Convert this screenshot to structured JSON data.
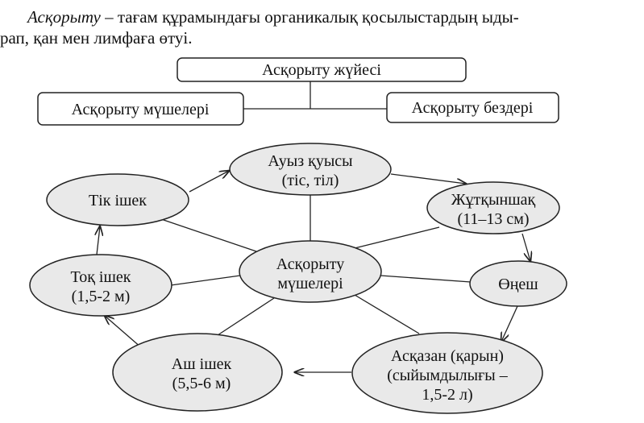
{
  "definition": {
    "term": "Асқорыту",
    "line1_rest": " – тағам құрамындағы органикалық қосылыстардың ыды-",
    "line2": "рап, қан мен лимфаға өтуі."
  },
  "hierarchy": {
    "root": "Асқорыту жүйесі",
    "left": "Асқорыту мүшелері",
    "right": "Асқорыту бездері"
  },
  "cycle": {
    "center": [
      "Асқорыту",
      "мүшелері"
    ],
    "mouth": [
      "Ауыз қуысы",
      "(тіс, тіл)"
    ],
    "pharynx": [
      "Жұтқыншақ",
      "(11–13 см)"
    ],
    "esophagus": [
      "Өңеш"
    ],
    "stomach": [
      "Асқазан (қарын)",
      "(сыйымдылығы –",
      "1,5-2 л)"
    ],
    "small_intestine": [
      "Аш ішек",
      "(5,5-6 м)"
    ],
    "colon": [
      "Тоқ ішек",
      "(1,5-2 м)"
    ],
    "rectum": [
      "Тік ішек"
    ]
  }
}
